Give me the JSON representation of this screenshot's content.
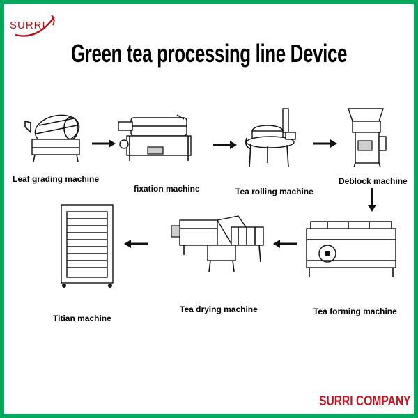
{
  "logo": {
    "text": "SURRI",
    "brand_color": "#b5121b"
  },
  "title": "Green tea processing line Device",
  "steps": [
    {
      "label": "Leaf grading machine",
      "icon": "leaf-grading-machine-icon"
    },
    {
      "label": "fixation machine",
      "icon": "fixation-machine-icon"
    },
    {
      "label": "Tea rolling machine",
      "icon": "tea-rolling-machine-icon"
    },
    {
      "label": "Deblock machine",
      "icon": "deblock-machine-icon"
    },
    {
      "label": "Tea forming machine",
      "icon": "tea-forming-machine-icon"
    },
    {
      "label": "Tea drying machine",
      "icon": "tea-drying-machine-icon"
    },
    {
      "label": "Titian machine",
      "icon": "titian-machine-icon"
    }
  ],
  "footer": "SURRI COMPANY",
  "colors": {
    "border": "#00a95c",
    "footer": "#c8101e"
  }
}
